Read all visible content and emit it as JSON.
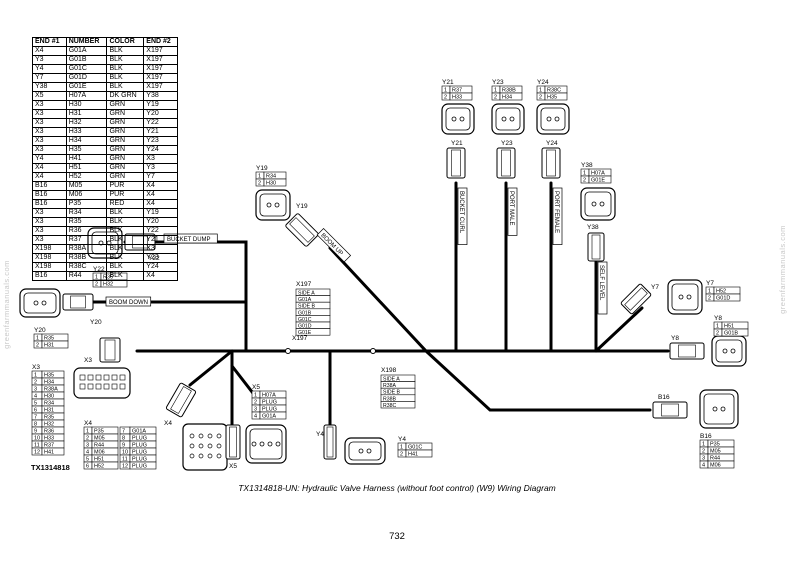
{
  "wire_table": {
    "headers": [
      "END #1",
      "NUMBER",
      "COLOR",
      "END #2"
    ],
    "rows": [
      [
        "X4",
        "G01A",
        "BLK",
        "X197"
      ],
      [
        "Y3",
        "G01B",
        "BLK",
        "X197"
      ],
      [
        "Y4",
        "G01C",
        "BLK",
        "X197"
      ],
      [
        "Y7",
        "G01D",
        "BLK",
        "X197"
      ],
      [
        "Y38",
        "G01E",
        "BLK",
        "X197"
      ],
      [
        "X5",
        "H07A",
        "DK GRN",
        "Y38"
      ],
      [
        "X3",
        "H30",
        "GRN",
        "Y19"
      ],
      [
        "X3",
        "H31",
        "GRN",
        "Y20"
      ],
      [
        "X3",
        "H32",
        "GRN",
        "Y22"
      ],
      [
        "X3",
        "H33",
        "GRN",
        "Y21"
      ],
      [
        "X3",
        "H34",
        "GRN",
        "Y23"
      ],
      [
        "X3",
        "H35",
        "GRN",
        "Y24"
      ],
      [
        "Y4",
        "H41",
        "GRN",
        "X3"
      ],
      [
        "X4",
        "H51",
        "GRN",
        "Y3"
      ],
      [
        "X4",
        "H52",
        "GRN",
        "Y7"
      ],
      [
        "B16",
        "M05",
        "PUR",
        "X4"
      ],
      [
        "B16",
        "M06",
        "PUR",
        "X4"
      ],
      [
        "B16",
        "P35",
        "RED",
        "X4"
      ],
      [
        "X3",
        "R34",
        "BLK",
        "Y19"
      ],
      [
        "X3",
        "R35",
        "BLK",
        "Y20"
      ],
      [
        "X3",
        "R36",
        "BLK",
        "Y22"
      ],
      [
        "X3",
        "R37",
        "BLK",
        "Y21"
      ],
      [
        "X198",
        "R38A",
        "BLK",
        "X3"
      ],
      [
        "X198",
        "R38B",
        "BLK",
        "Y23"
      ],
      [
        "X198",
        "R38C",
        "BLK",
        "Y24"
      ],
      [
        "B16",
        "R44",
        "BLK",
        "X4"
      ]
    ]
  },
  "connectors": {
    "Y21": {
      "label": "Y21",
      "plug_label": "Y21",
      "pins": [
        [
          "1",
          "R37"
        ],
        [
          "2",
          "H33"
        ]
      ]
    },
    "Y23": {
      "label": "Y23",
      "plug_label": "Y23",
      "pins": [
        [
          "1",
          "R38B"
        ],
        [
          "2",
          "H34"
        ]
      ]
    },
    "Y24": {
      "label": "Y24",
      "plug_label": "Y24",
      "pins": [
        [
          "1",
          "R38C"
        ],
        [
          "2",
          "H35"
        ]
      ]
    },
    "Y38": {
      "label": "Y38",
      "plug_label": "Y38",
      "pins": [
        [
          "1",
          "H07A"
        ],
        [
          "2",
          "G01E"
        ]
      ]
    },
    "Y19": {
      "label": "Y19",
      "plug_label": "Y19",
      "pins": [
        [
          "1",
          "R34"
        ],
        [
          "2",
          "H30"
        ]
      ]
    },
    "Y22": {
      "label": "Y22",
      "plug_label": "Y22",
      "pins": [
        [
          "1",
          "R36"
        ],
        [
          "2",
          "H32"
        ]
      ]
    },
    "Y20": {
      "label": "Y20",
      "plug_label": "Y20",
      "pins": [
        [
          "1",
          "R35"
        ],
        [
          "2",
          "H31"
        ]
      ]
    },
    "Y7": {
      "label": "Y7",
      "plug_label": "Y7",
      "pins": [
        [
          "1",
          "H52"
        ],
        [
          "2",
          "G01D"
        ]
      ]
    },
    "Y8": {
      "label": "Y8",
      "plug_label": "Y8",
      "pins": [
        [
          "1",
          "H51"
        ],
        [
          "2",
          "G01B"
        ]
      ]
    },
    "B16": {
      "label": "B16",
      "plug_label": "B16",
      "pins": [
        [
          "1",
          "P35"
        ],
        [
          "2",
          "M05"
        ],
        [
          "3",
          "R44"
        ],
        [
          "4",
          "M06"
        ]
      ]
    },
    "Y4": {
      "label": "Y4",
      "plug_label": "Y4",
      "pins": [
        [
          "1",
          "G01C"
        ],
        [
          "2",
          "H41"
        ]
      ]
    },
    "X5": {
      "label": "X5",
      "plug_label": "X5",
      "pins": [
        [
          "1",
          "H07A"
        ],
        [
          "2",
          "PLUG"
        ],
        [
          "3",
          "PLUG"
        ],
        [
          "4",
          "G01A"
        ]
      ]
    },
    "X3": {
      "label": "X3",
      "plug_label": "X3",
      "pins": [
        [
          "1",
          "H35"
        ],
        [
          "2",
          "H34"
        ],
        [
          "3",
          "R38A"
        ],
        [
          "4",
          "H30"
        ],
        [
          "5",
          "R34"
        ],
        [
          "6",
          "H31"
        ],
        [
          "7",
          "R35"
        ],
        [
          "8",
          "H32"
        ],
        [
          "9",
          "R36"
        ],
        [
          "10",
          "H33"
        ],
        [
          "11",
          "R37"
        ],
        [
          "12",
          "H41"
        ]
      ]
    },
    "X4": {
      "label": "X4",
      "plug_label": "X4",
      "pins": [
        [
          "1",
          "P35"
        ],
        [
          "2",
          "M05"
        ],
        [
          "3",
          "R44"
        ],
        [
          "4",
          "M06"
        ],
        [
          "5",
          "H51"
        ],
        [
          "6",
          "H52"
        ],
        [
          "7",
          "G01A"
        ],
        [
          "8",
          "PLUG"
        ],
        [
          "9",
          "PLUG"
        ],
        [
          "10",
          "PLUG"
        ],
        [
          "11",
          "PLUG"
        ],
        [
          "12",
          "PLUG"
        ]
      ]
    }
  },
  "splices": {
    "X197": {
      "label": "X197",
      "label2": "X197",
      "rows": [
        [
          "SIDE A"
        ],
        [
          "G01A"
        ],
        [
          "SIDE B"
        ],
        [
          "G01B"
        ],
        [
          "G01C"
        ],
        [
          "G01D"
        ],
        [
          "G01E"
        ]
      ]
    },
    "X198": {
      "label": "X198",
      "rows": [
        [
          "SIDE A"
        ],
        [
          "R38A"
        ],
        [
          "SIDE B"
        ],
        [
          "R38B"
        ],
        [
          "R38C"
        ]
      ]
    }
  },
  "branch_labels": {
    "bucket_dump": "BUCKET DUMP",
    "boom_down": "BOOM DOWN",
    "boom_up": "BOOM UP",
    "bucket_curl": "BUCKET CURL",
    "port_male": "PORT MALE",
    "port_female": "PORT FEMALE",
    "self_level": "SELF LEVEL"
  },
  "doc_id": "TX1314818",
  "caption": "TX1314818-UN: Hydraulic Valve Harness (without foot control) (W9) Wiring Diagram",
  "page_number": "732",
  "watermark": "greenfarmmanuals.com"
}
